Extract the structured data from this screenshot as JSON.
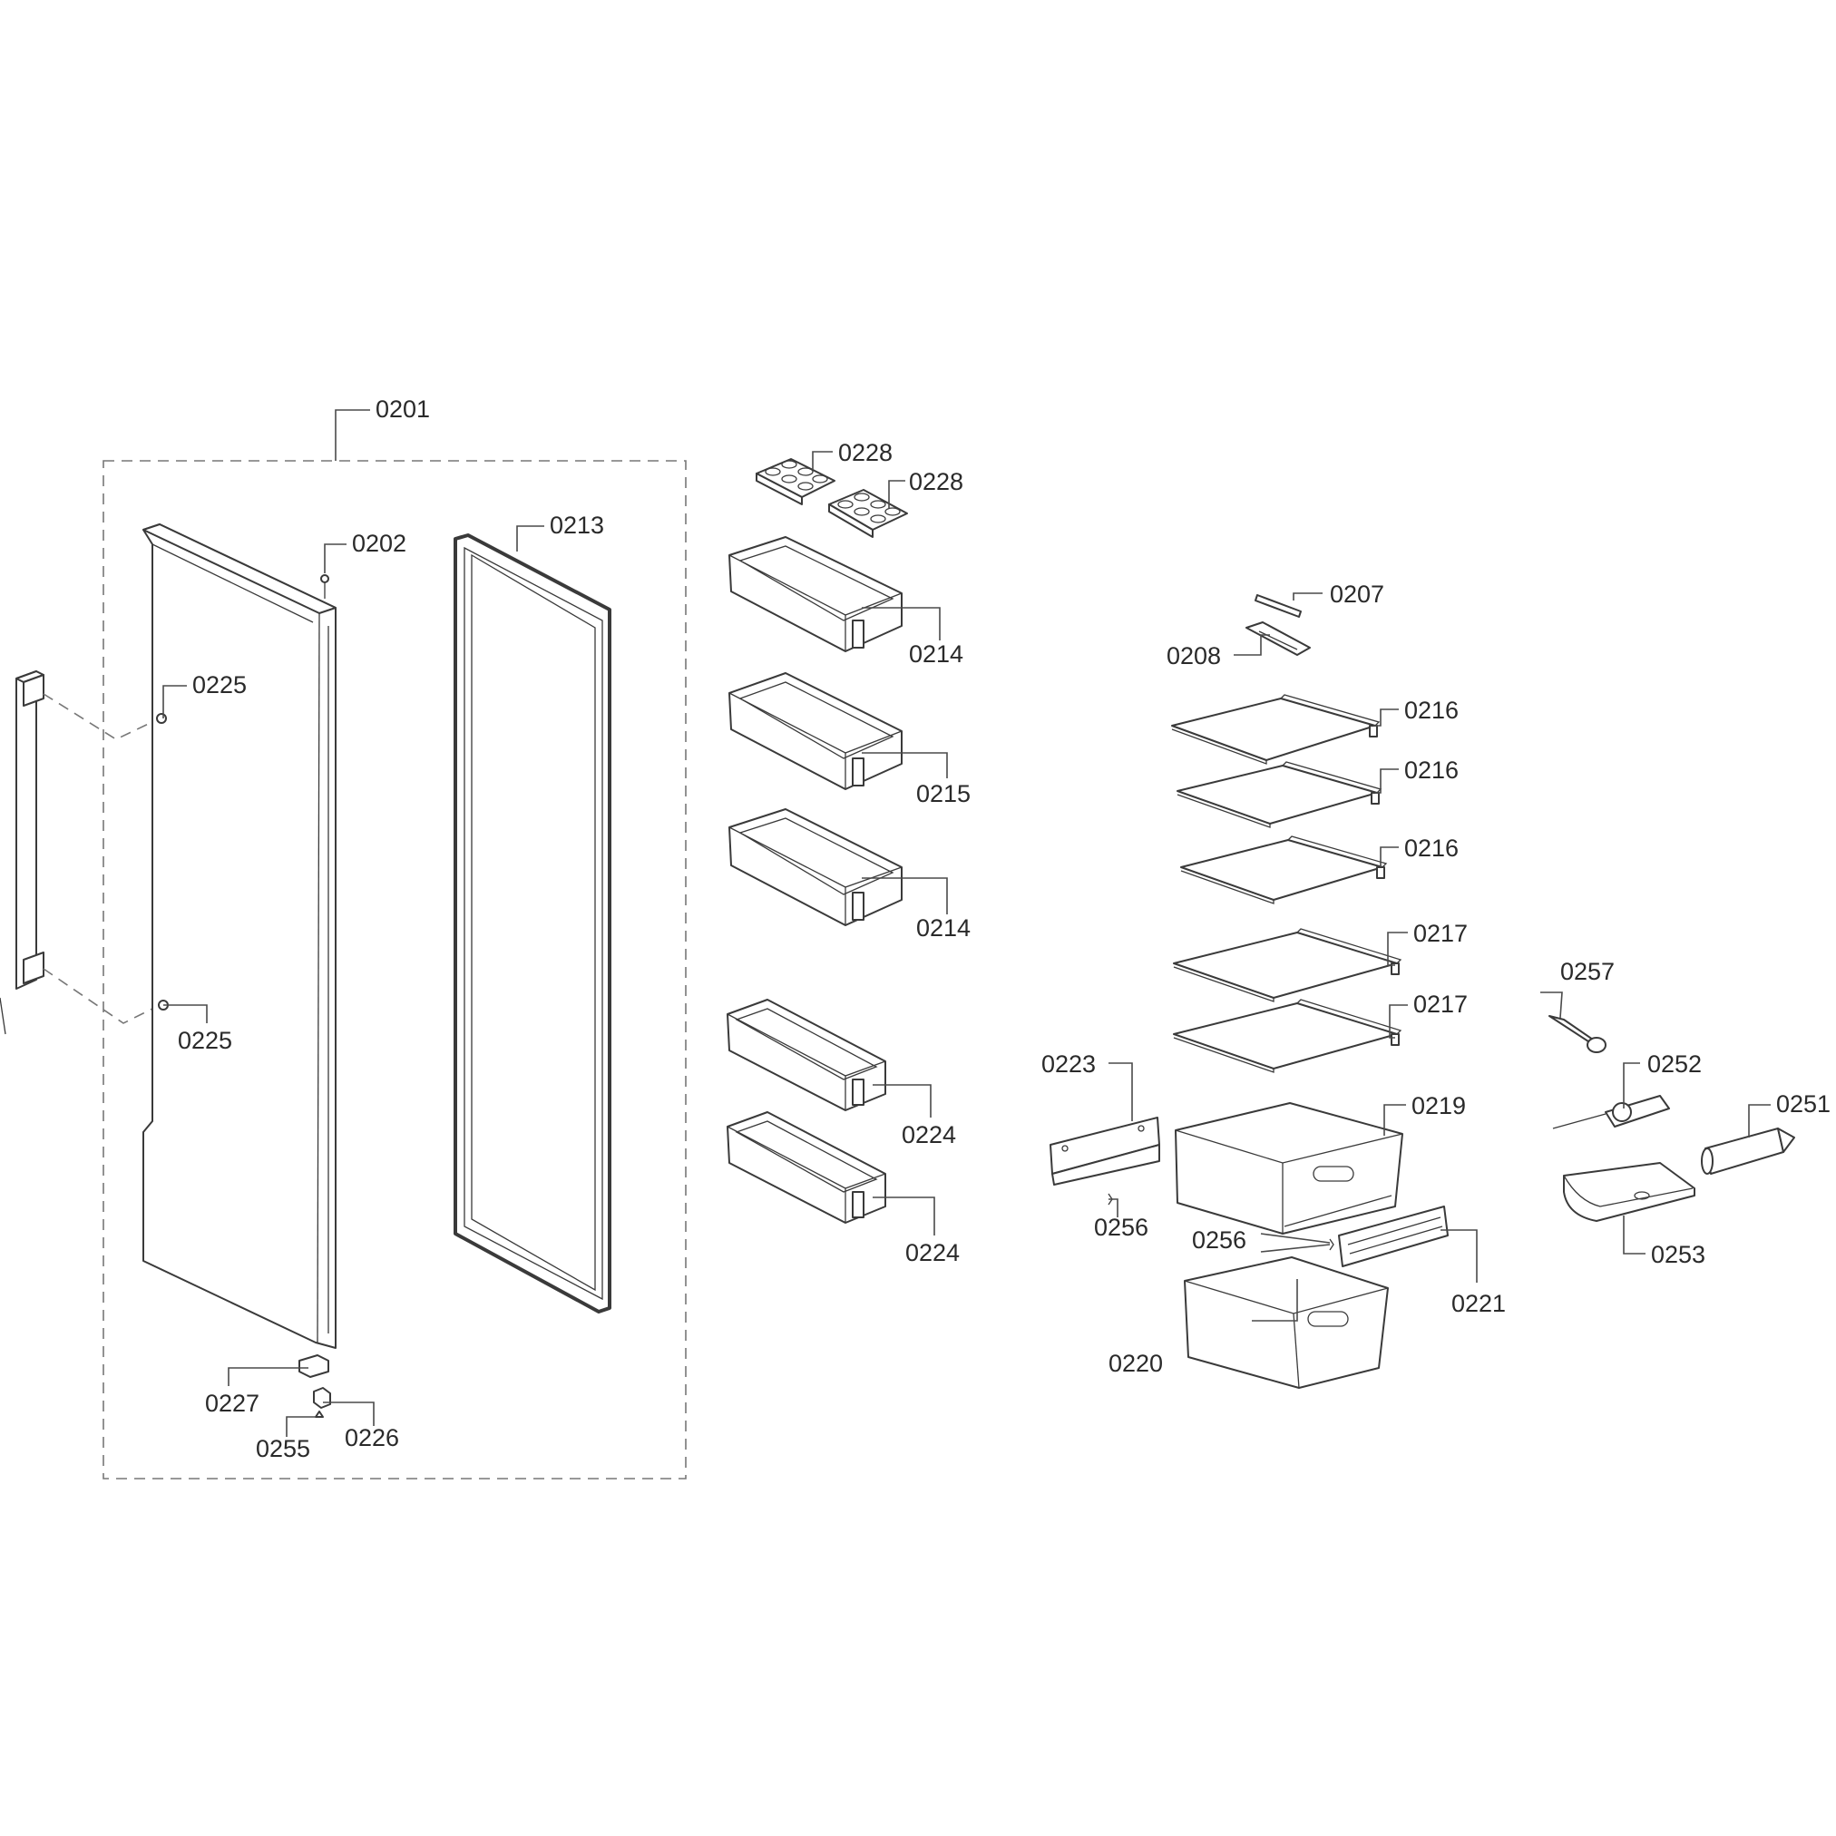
{
  "labels": {
    "l0201": "0201",
    "l0202": "0202",
    "l0213": "0213",
    "l0225a": "0225",
    "l0225b": "0225",
    "l0227": "0227",
    "l0226": "0226",
    "l0255": "0255",
    "l0228a": "0228",
    "l0228b": "0228",
    "l0214a": "0214",
    "l0215": "0215",
    "l0214b": "0214",
    "l0224a": "0224",
    "l0224b": "0224",
    "l0207": "0207",
    "l0208": "0208",
    "l0216a": "0216",
    "l0216b": "0216",
    "l0216c": "0216",
    "l0217a": "0217",
    "l0217b": "0217",
    "l0223": "0223",
    "l0256a": "0256",
    "l0256b": "0256",
    "l0219": "0219",
    "l0221": "0221",
    "l0220": "0220",
    "l0257": "0257",
    "l0252": "0252",
    "l0251": "0251",
    "l0253": "0253"
  }
}
